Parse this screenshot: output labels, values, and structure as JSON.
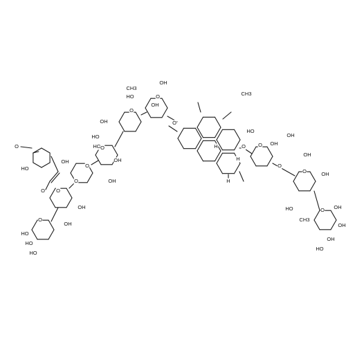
{
  "labels": {
    "methoxy": "O",
    "methyl_label": "CH3",
    "oh": "OH",
    "ho": "HO",
    "o": "O",
    "h": "H"
  }
}
